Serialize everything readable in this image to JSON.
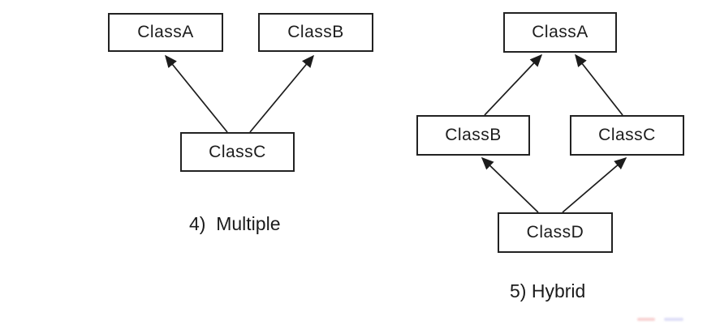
{
  "diagrams": {
    "multiple": {
      "caption": "4)  Multiple",
      "nodes": {
        "classA": {
          "label": "ClassA"
        },
        "classB": {
          "label": "ClassB"
        },
        "classC": {
          "label": "ClassC"
        }
      },
      "edges": [
        {
          "from": "ClassC",
          "to": "ClassA"
        },
        {
          "from": "ClassC",
          "to": "ClassB"
        }
      ]
    },
    "hybrid": {
      "caption": "5) Hybrid",
      "nodes": {
        "classA": {
          "label": "ClassA"
        },
        "classB": {
          "label": "ClassB"
        },
        "classC": {
          "label": "ClassC"
        },
        "classD": {
          "label": "ClassD"
        }
      },
      "edges": [
        {
          "from": "ClassB",
          "to": "ClassA"
        },
        {
          "from": "ClassC",
          "to": "ClassA"
        },
        {
          "from": "ClassD",
          "to": "ClassB"
        },
        {
          "from": "ClassD",
          "to": "ClassC"
        }
      ]
    }
  },
  "colors": {
    "line": "#1c1c1c",
    "box_border": "#222222",
    "text": "#1c1c1c",
    "background": "#ffffff"
  }
}
